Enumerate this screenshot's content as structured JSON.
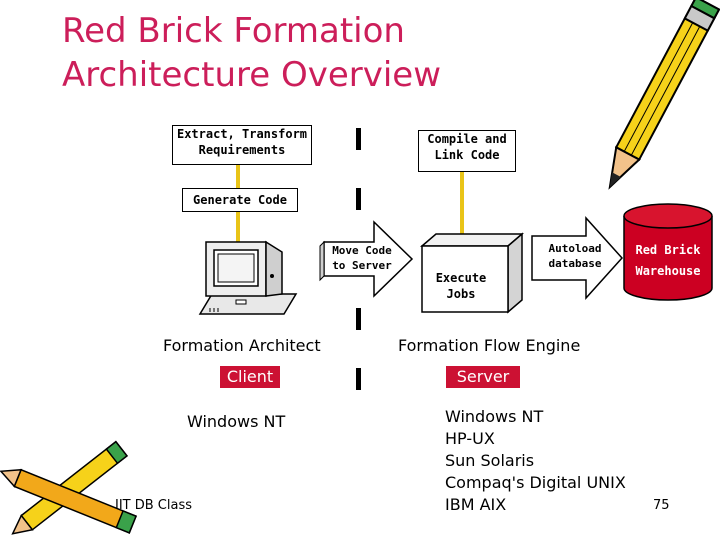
{
  "title": {
    "line1": "Red Brick Formation",
    "line2": "Architecture Overview"
  },
  "diagram": {
    "requirements_box": "Extract, Transform\nRequirements",
    "compile_box": "Compile and\nLink Code",
    "generate_box": "Generate Code",
    "move_code_arrow": "Move Code\nto Server",
    "execute_jobs_cube": "Execute\nJobs",
    "autoload_arrow": "Autoload\ndatabase",
    "warehouse_cylinder": "Red Brick\nWarehouse"
  },
  "client": {
    "component": "Formation Architect",
    "badge": "Client",
    "os": "Windows NT"
  },
  "server": {
    "component": "Formation Flow Engine",
    "badge": "Server",
    "os_list": [
      "Windows NT",
      "HP-UX",
      "Sun Solaris",
      "Compaq's Digital UNIX",
      "IBM AIX"
    ]
  },
  "footer": {
    "course": "IIT DB Class",
    "page_number": "75"
  },
  "colors": {
    "title": "#cc1e5a",
    "badge_bg": "#cc1133",
    "cylinder": "#cc0022",
    "connector": "#e9c418"
  },
  "icons": [
    "pencil-icon",
    "computer-icon",
    "pencils-icon"
  ]
}
